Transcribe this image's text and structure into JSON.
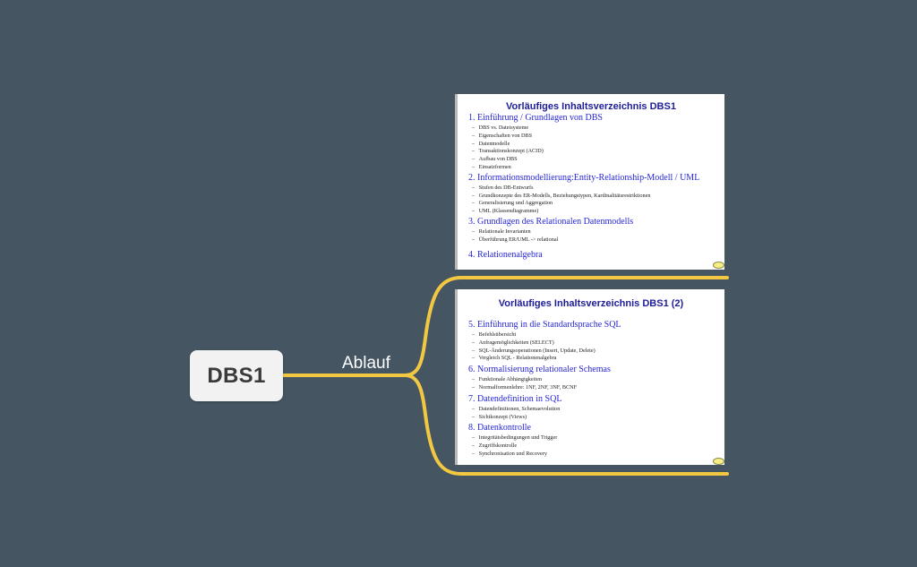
{
  "mindmap": {
    "root": "DBS1",
    "branch_label": "Ablauf",
    "branch_color": "#f2c842",
    "background": "#455561"
  },
  "slide1": {
    "title": "Vorläufiges Inhaltsverzeichnis DBS1",
    "sections": [
      {
        "heading": "1. Einführung / Grundlagen von DBS",
        "items": [
          "DBS vs. Dateisysteme",
          "Eigenschaften von DBS",
          "Datenmodelle",
          "Transaktionskonzept (ACID)",
          "Aufbau von DBS",
          "Einsatzformen"
        ]
      },
      {
        "heading": "2. Informationsmodellierung:Entity-Relationship-Modell / UML",
        "items": [
          "Stufen des DB-Entwurfs",
          "Grundkonzepte des ER-Modells, Beziehungstypen, Kardinalitätsrestriktionen",
          "Generalisierung und Aggregation",
          "UML (Klassendiagramme)"
        ]
      },
      {
        "heading": "3. Grundlagen des Relationalen Datenmodells",
        "items": [
          "Relationale Invarianten",
          "Überführung ER/UML -> relational"
        ]
      },
      {
        "heading": "4. Relationenalgebra",
        "items": []
      }
    ]
  },
  "slide2": {
    "title": "Vorläufiges Inhaltsverzeichnis DBS1 (2)",
    "sections": [
      {
        "heading": "5. Einführung in die Standardsprache SQL",
        "items": [
          "Befehlsübersicht",
          "Anfragemöglichkeiten (SELECT)",
          "SQL-Änderungsoperationen (Insert, Update, Delete)",
          "Vergleich SQL - Relationenalgebra"
        ]
      },
      {
        "heading": "6. Normalisierung relationaler Schemas",
        "items": [
          "Funktionale Abhängigkeiten",
          "Normalformenlehre: 1NF, 2NF, 3NF, BCNF"
        ]
      },
      {
        "heading": "7. Datendefinition in SQL",
        "items": [
          "Datendefinitionen, Schemaevolution",
          "Sichtkonzept (Views)"
        ]
      },
      {
        "heading": "8. Datenkontrolle",
        "items": [
          "Integritätsbedingungen und Trigger",
          "Zugriffskontrolle",
          "Synchronisation und Recovery"
        ]
      }
    ]
  }
}
